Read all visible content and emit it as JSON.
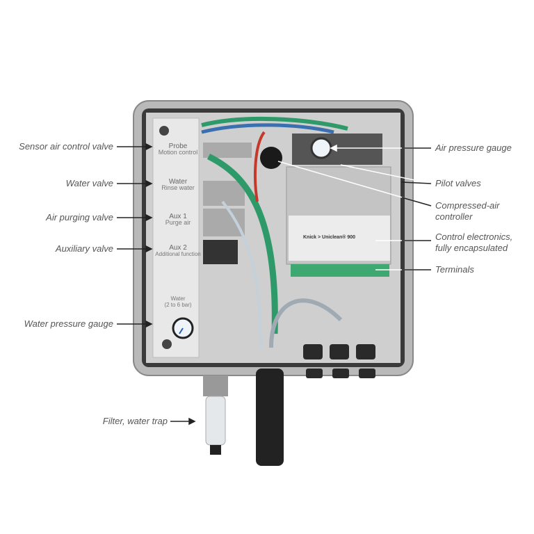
{
  "labels_left": [
    {
      "text": "Sensor air control valve"
    },
    {
      "text": "Water valve"
    },
    {
      "text": "Air purging valve"
    },
    {
      "text": "Auxiliary valve"
    },
    {
      "text": "Water pressure gauge"
    },
    {
      "text": "Filter, water trap"
    }
  ],
  "labels_right": [
    {
      "text": "Air pressure gauge"
    },
    {
      "text": "Pilot valves"
    },
    {
      "line1": "Compressed-air",
      "line2": "controller"
    },
    {
      "line1": "Control electronics,",
      "line2": "fully encapsulated"
    },
    {
      "text": "Terminals"
    }
  ],
  "panel": [
    {
      "title": "Probe",
      "sub": "Motion control"
    },
    {
      "title": "Water",
      "sub": "Rinse water"
    },
    {
      "title": "Aux 1",
      "sub": "Purge air"
    },
    {
      "title": "Aux 2",
      "sub": "Additional function"
    },
    {
      "title": "Water",
      "sub": "(2 to 6 bar)"
    }
  ],
  "device": {
    "brand": "Knick",
    "model": "Uniclean® 900"
  },
  "colors": {
    "label": "#555555",
    "tube_green": "#2e9a6a",
    "tube_blue": "#3a6fb0",
    "tube_red": "#c43a2a",
    "terminal": "#3da870"
  }
}
